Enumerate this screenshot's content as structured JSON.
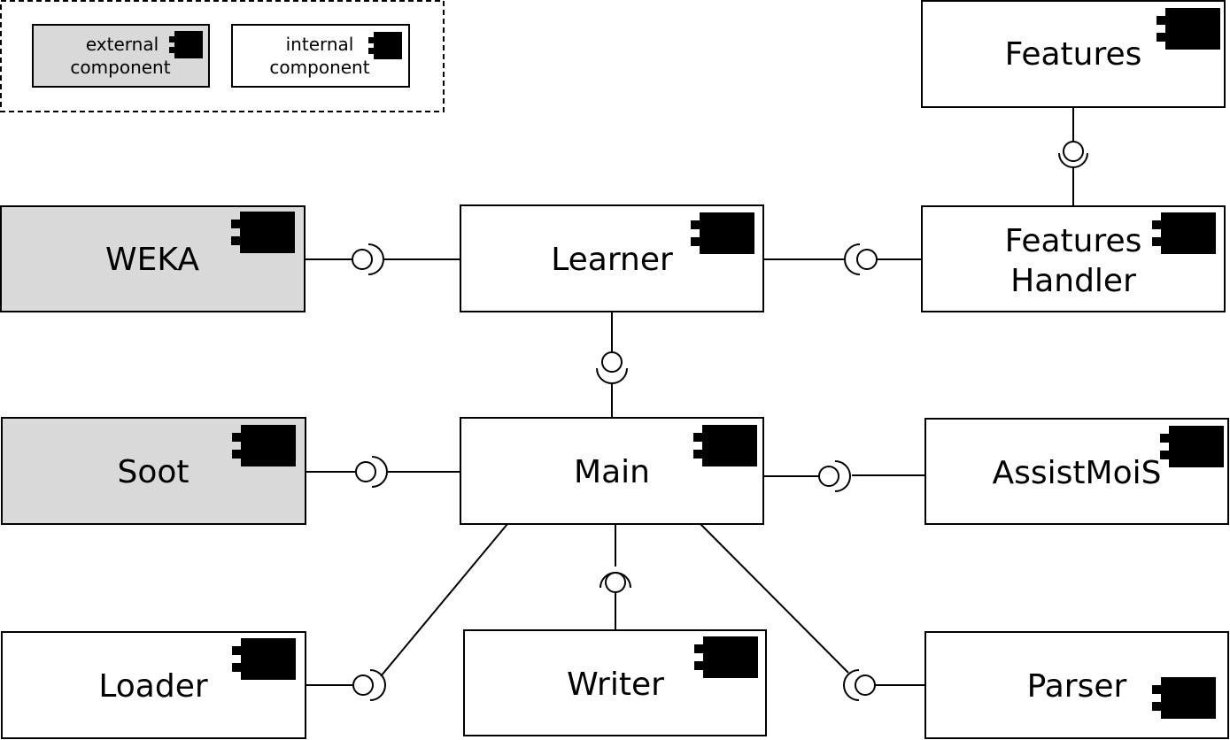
{
  "legend": {
    "external_label_line1": "external",
    "external_label_line2": "component",
    "internal_label_line1": "internal",
    "internal_label_line2": "component",
    "external_fill": "#d9d9d9",
    "internal_fill": "#ffffff"
  },
  "components": {
    "features": "Features",
    "features_handler_line1": "Features",
    "features_handler_line2": "Handler",
    "weka": "WEKA",
    "learner": "Learner",
    "soot": "Soot",
    "main": "Main",
    "assistmois": "AssistMoiS",
    "loader": "Loader",
    "writer": "Writer",
    "parser": "Parser"
  },
  "icon": "uml-component-icon"
}
